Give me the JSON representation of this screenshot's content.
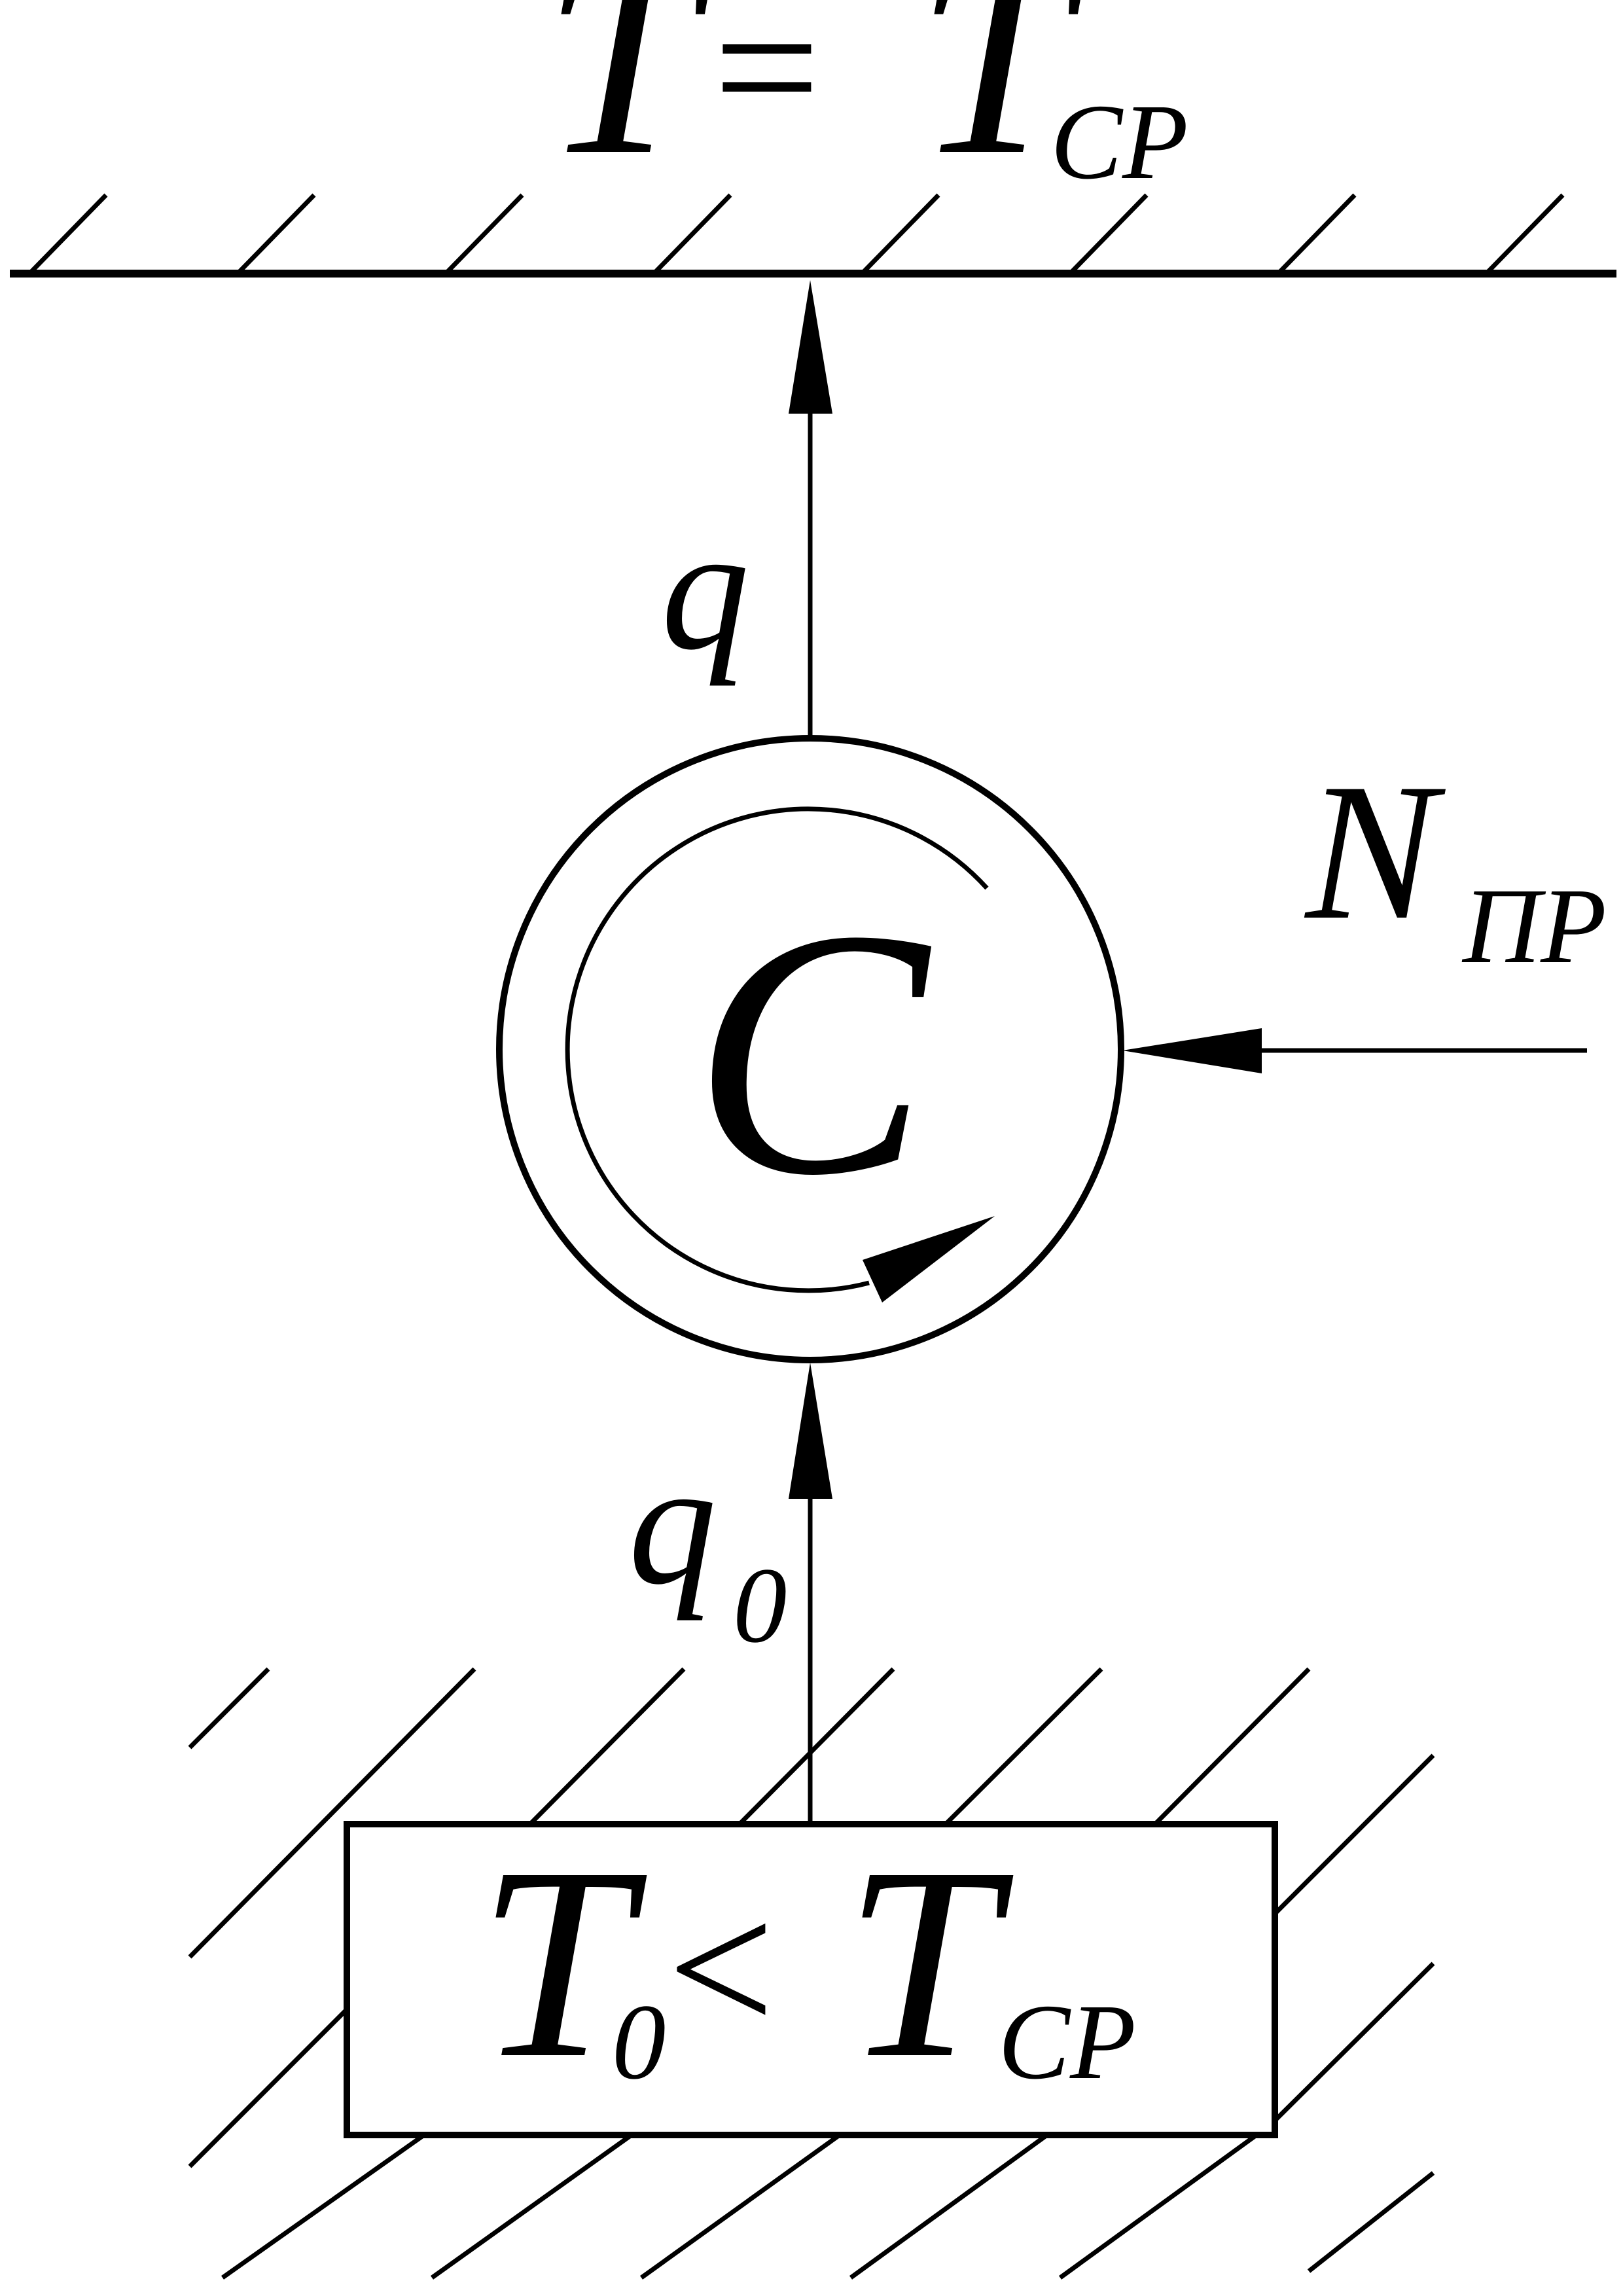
{
  "top_condition": {
    "symbol": "T",
    "operator": "=",
    "rhs_symbol": "T",
    "rhs_subscript": "CP"
  },
  "heat_flow_out": {
    "symbol": "q"
  },
  "system": {
    "symbol": "C"
  },
  "power_input": {
    "symbol": "N",
    "subscript": "ПР"
  },
  "heat_flow_in": {
    "symbol": "q",
    "subscript": "0"
  },
  "bottom_condition": {
    "lhs_symbol": "T",
    "lhs_subscript": "0",
    "operator": "<",
    "rhs_symbol": "T",
    "rhs_subscript": "CP"
  },
  "colors": {
    "ink": "#000000",
    "background": "#ffffff"
  }
}
